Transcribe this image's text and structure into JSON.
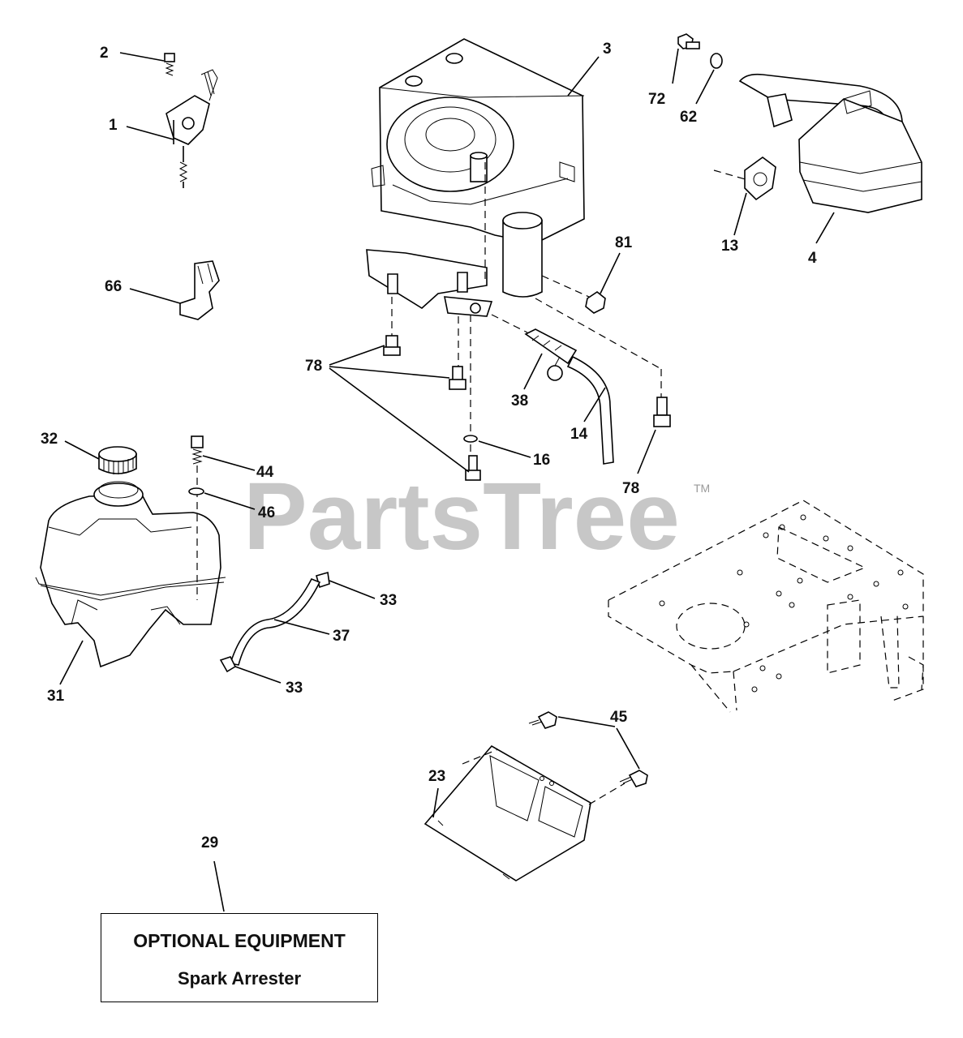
{
  "watermark": {
    "text": "PartsTree",
    "tm": "TM"
  },
  "callouts": {
    "c1": "1",
    "c2": "2",
    "c3": "3",
    "c4": "4",
    "c13": "13",
    "c14": "14",
    "c16": "16",
    "c23": "23",
    "c29": "29",
    "c31": "31",
    "c32": "32",
    "c33a": "33",
    "c33b": "33",
    "c37": "37",
    "c38": "38",
    "c44": "44",
    "c45": "45",
    "c46": "46",
    "c62": "62",
    "c66": "66",
    "c72": "72",
    "c78a": "78",
    "c78b": "78",
    "c81": "81"
  },
  "optional_box": {
    "line1": "OPTIONAL EQUIPMENT",
    "line2": "Spark Arrester"
  }
}
